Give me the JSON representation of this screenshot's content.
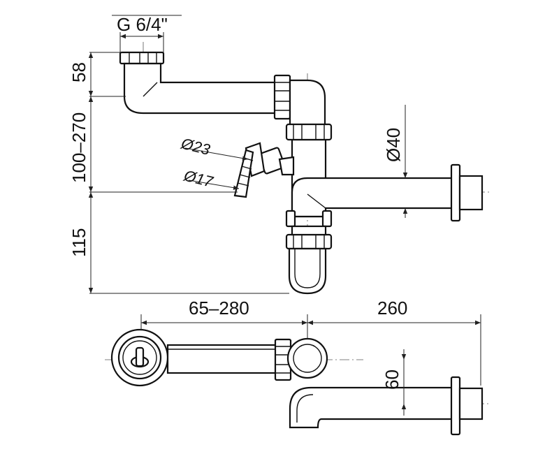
{
  "dimensions": {
    "thread": "G 6/4\"",
    "height_top": "58",
    "height_adjust": "100–270",
    "height_bottom": "115",
    "dia_hose_outer": "Ø23",
    "dia_hose_inner": "Ø17",
    "dia_outlet": "Ø40",
    "length_left": "65–280",
    "length_right": "260",
    "offset": "60"
  },
  "colors": {
    "line": "#111111",
    "background": "#ffffff"
  }
}
